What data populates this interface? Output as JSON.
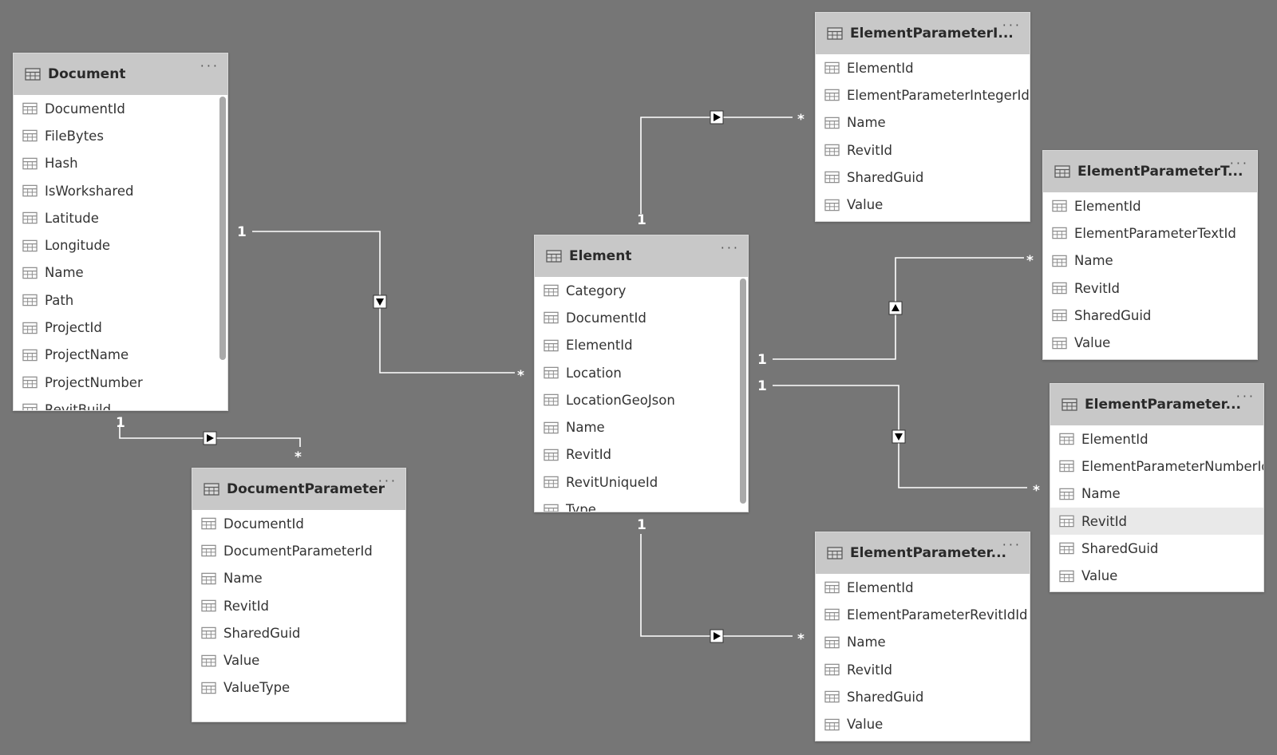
{
  "colors": {
    "canvas": "#767676",
    "card_header": "#c8c8c8",
    "relationship_line": "#ffffff",
    "selected_row": "#e9e9e9"
  },
  "tables": [
    {
      "name": "Document",
      "fields": [
        "DocumentId",
        "FileBytes",
        "Hash",
        "IsWorkshared",
        "Latitude",
        "Longitude",
        "Name",
        "Path",
        "ProjectId",
        "ProjectName",
        "ProjectNumber",
        "RevitBuild"
      ]
    },
    {
      "name": "DocumentParameter",
      "fields": [
        "DocumentId",
        "DocumentParameterId",
        "Name",
        "RevitId",
        "SharedGuid",
        "Value",
        "ValueType"
      ]
    },
    {
      "name": "Element",
      "fields": [
        "Category",
        "DocumentId",
        "ElementId",
        "Location",
        "LocationGeoJson",
        "Name",
        "RevitId",
        "RevitUniqueId",
        "Type"
      ]
    },
    {
      "name": "ElementParameterI...",
      "fields": [
        "ElementId",
        "ElementParameterIntegerId",
        "Name",
        "RevitId",
        "SharedGuid",
        "Value"
      ]
    },
    {
      "name": "ElementParameterT...",
      "fields": [
        "ElementId",
        "ElementParameterTextId",
        "Name",
        "RevitId",
        "SharedGuid",
        "Value"
      ]
    },
    {
      "name": "ElementParameter...",
      "fields": [
        "ElementId",
        "ElementParameterNumberId",
        "Name",
        "RevitId",
        "SharedGuid",
        "Value"
      ],
      "selected_field": "RevitId"
    },
    {
      "name": "ElementParameter...",
      "fields": [
        "ElementId",
        "ElementParameterRevitIdId",
        "Name",
        "RevitId",
        "SharedGuid",
        "Value"
      ]
    }
  ],
  "menu_glyph": "···",
  "relationships": [
    {
      "from": "Document",
      "to": "Element",
      "from_card": "1",
      "to_card": "*",
      "arrow": "down"
    },
    {
      "from": "Document",
      "to": "DocumentParameter",
      "from_card": "1",
      "to_card": "*",
      "arrow": "right"
    },
    {
      "from": "Element",
      "to": "ElementParameterI...",
      "from_card": "1",
      "to_card": "*",
      "arrow": "right"
    },
    {
      "from": "Element",
      "to": "ElementParameterT...",
      "from_card": "1",
      "to_card": "*",
      "arrow": "up"
    },
    {
      "from": "Element",
      "to": "ElementParameter... (Number)",
      "from_card": "1",
      "to_card": "*",
      "arrow": "down"
    },
    {
      "from": "Element",
      "to": "ElementParameter... (RevitId)",
      "from_card": "1",
      "to_card": "*",
      "arrow": "right"
    }
  ]
}
